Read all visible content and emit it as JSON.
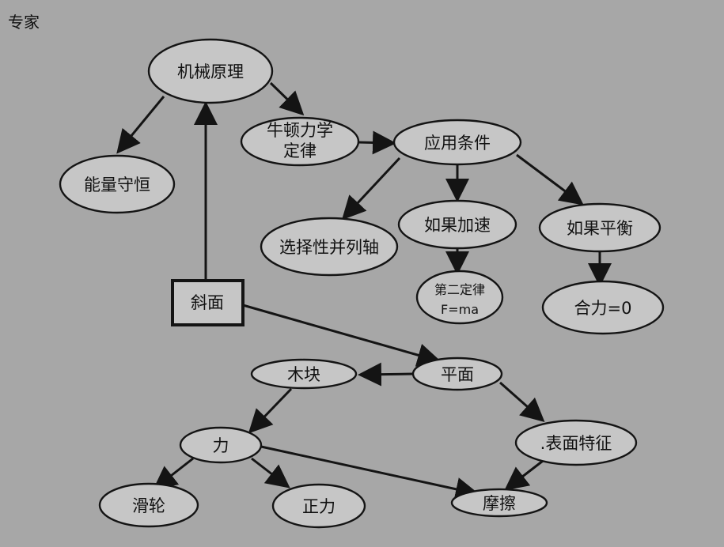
{
  "corner_label": "专家",
  "nodes": {
    "jixie": "机械原理",
    "niudun_1": "牛顿力学",
    "niudun_2": "定律",
    "nengliang": "能量守恒",
    "yingyong": "应用条件",
    "xuanze": "选择性并列轴",
    "jiasu": "如果加速",
    "pingheng": "如果平衡",
    "dier_1": "第二定律",
    "dier_2": "F=ma",
    "heli": "合力=0",
    "xiemian": "斜面",
    "mukuai": "木块",
    "pingmian": "平面",
    "li": "力",
    "biaomian": ".表面特征",
    "hualun": "滑轮",
    "zhengli": "正力",
    "moca": "摩擦"
  }
}
